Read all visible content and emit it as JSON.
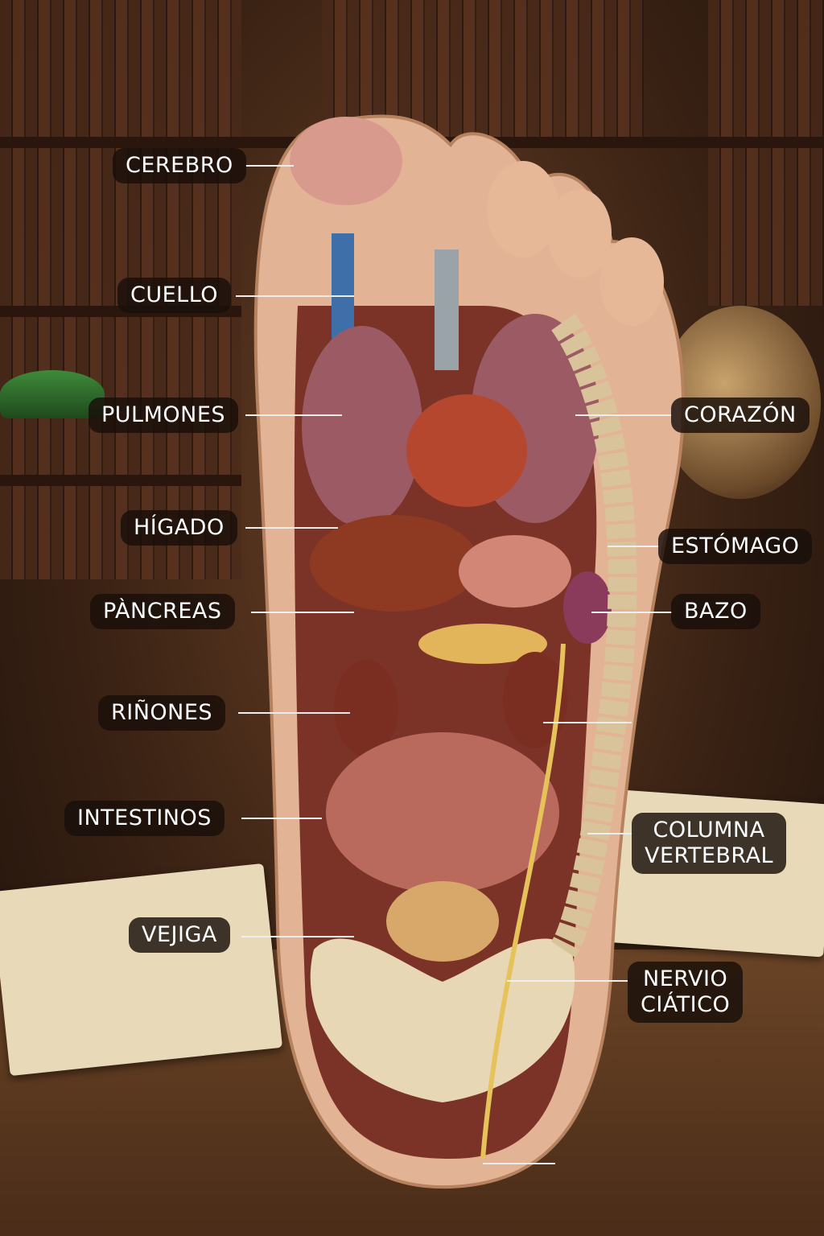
{
  "labels": {
    "cerebro": "CEREBRO",
    "cuello": "CUELLO",
    "pulmones": "PULMONES",
    "higado": "HÍGADO",
    "pancreas": "PÀNCREAS",
    "rinones": "RIÑONES",
    "intestinos": "INTESTINOS",
    "vejiga": "VEJIGA",
    "corazon": "CORAZÓN",
    "estomago": "ESTÓMAGO",
    "bazo": "BAZO",
    "columna_1": "COLUMNA",
    "columna_2": "VERTEBRAL",
    "nervio_1": "NERVIO",
    "nervio_2": "CIÁTICO"
  },
  "colors": {
    "label_bg": "#1e120b",
    "skin": "#e2b394",
    "organ": "#8a3b2e"
  }
}
